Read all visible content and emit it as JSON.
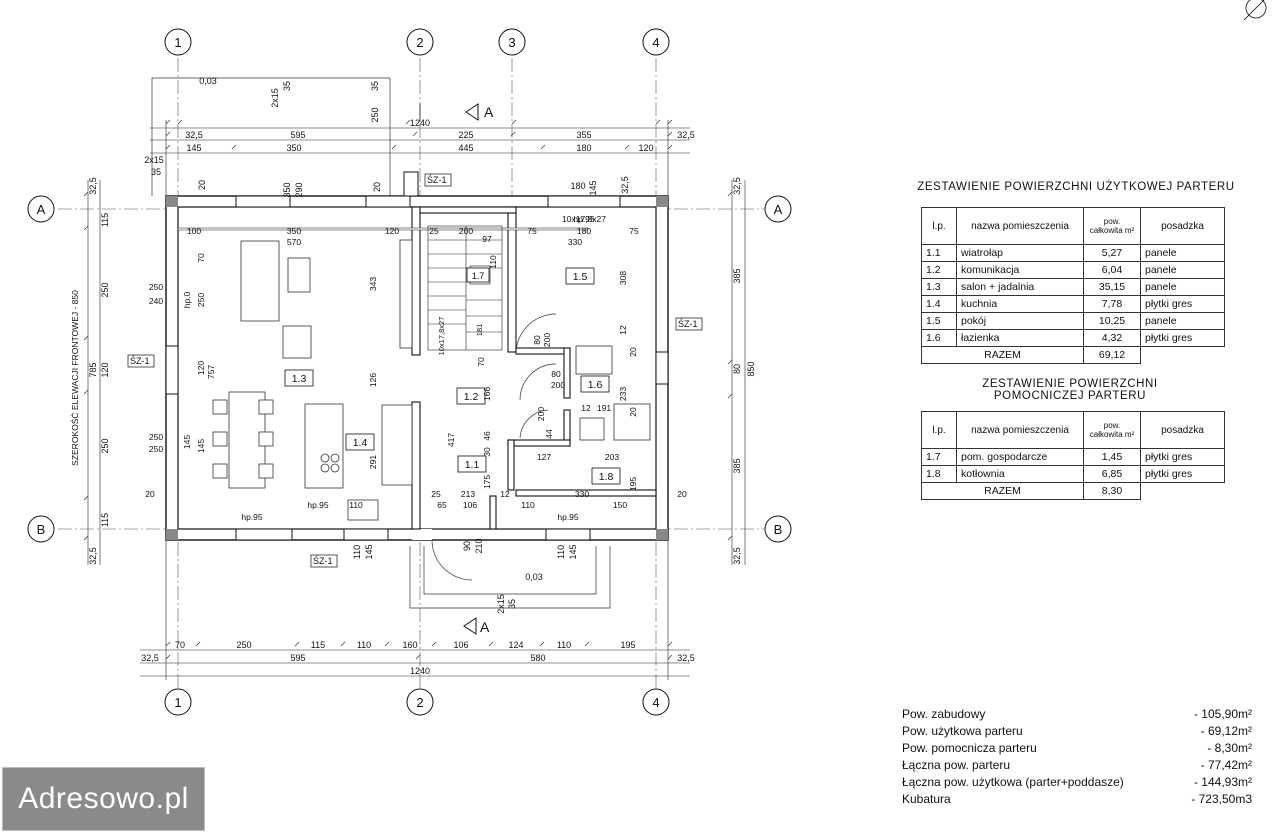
{
  "axes_top": [
    "1",
    "2",
    "3",
    "4"
  ],
  "axes_bottom": [
    "1",
    "2",
    "4"
  ],
  "axes_rows": [
    "A",
    "B"
  ],
  "section_mark": "A",
  "dims": {
    "overall": "1240",
    "top_row1": [
      "32,5",
      "595",
      "225",
      "355",
      "32,5"
    ],
    "top_row2": [
      "145",
      "350",
      "445",
      "180",
      "120"
    ],
    "bottom_row1": [
      "70",
      "250",
      "115",
      "110",
      "160",
      "106",
      "124",
      "110",
      "195"
    ],
    "bottom_row2": [
      "32,5",
      "595",
      "580",
      "32,5"
    ],
    "left_outer": "785",
    "left_vertical": [
      "32,5",
      "115",
      "250",
      "120",
      "250",
      "115",
      "32,5"
    ],
    "right_vertical": [
      "385",
      "80",
      "385"
    ],
    "right_total": "850",
    "left_label": "SZEROKOŚĆ ELEWACJI FRONTOWEJ - 850",
    "misc_top": [
      "0,03",
      "2x15",
      "35",
      "250",
      "20",
      "350",
      "290",
      "20",
      "180",
      "145",
      "32,5"
    ],
    "misc_bottom": [
      "0,03",
      "2x15",
      "35",
      "90",
      "210",
      "110",
      "145"
    ],
    "interior": [
      "100",
      "350",
      "570",
      "120",
      "25",
      "200",
      "97",
      "75",
      "330",
      "180",
      "75",
      "hp.95",
      "hp.0",
      "250",
      "240",
      "343",
      "70",
      "757",
      "120",
      "126",
      "291",
      "417",
      "308",
      "12",
      "80",
      "200",
      "166",
      "70",
      "20",
      "80",
      "200",
      "233",
      "12",
      "191",
      "20",
      "44",
      "200",
      "46",
      "30",
      "175",
      "127",
      "203",
      "195",
      "65",
      "213",
      "106",
      "12",
      "110",
      "330",
      "150",
      "25",
      "20",
      "hp.95",
      "hp.95",
      "10x17,8x27",
      "10x17,8x27",
      "181",
      "110",
      "110",
      "hp.95",
      "145",
      "250",
      "145"
    ],
    "window_marks": [
      "ŚZ-1",
      "ŚZ-1",
      "ŚZ-1",
      "ŚZ-1"
    ]
  },
  "rooms": [
    "1.1",
    "1.2",
    "1.3",
    "1.4",
    "1.5",
    "1.6",
    "1.7",
    "1.8"
  ],
  "table1": {
    "title": "ZESTAWIENIE  POWIERZCHNI  UŻYTKOWEJ PARTERU",
    "headers": [
      "l.p.",
      "nazwa pomieszczenia",
      "pow. całkowita m²",
      "posadzka"
    ],
    "rows": [
      [
        "1.1",
        "wiatrołap",
        "5,27",
        "panele"
      ],
      [
        "1.2",
        "komunikacja",
        "6,04",
        "panele"
      ],
      [
        "1.3",
        "salon + jadalnia",
        "35,15",
        "panele"
      ],
      [
        "1.4",
        "kuchnia",
        "7,78",
        "płytki gres"
      ],
      [
        "1.5",
        "pokój",
        "10,25",
        "panele"
      ],
      [
        "1.6",
        "łazienka",
        "4,32",
        "płytki gres"
      ]
    ],
    "total_label": "RAZEM",
    "total_value": "69,12"
  },
  "table2": {
    "title_line1": "ZESTAWIENIE  POWIERZCHNI",
    "title_line2": "POMOCNICZEJ PARTERU",
    "headers": [
      "l.p.",
      "nazwa pomieszczenia",
      "pow. całkowita m²",
      "posadzka"
    ],
    "rows": [
      [
        "1.7",
        "pom. gospodarcze",
        "1,45",
        "płytki gres"
      ],
      [
        "1.8",
        "kotłownia",
        "6,85",
        "płytki gres"
      ]
    ],
    "total_label": "RAZEM",
    "total_value": "8,30"
  },
  "summary": [
    {
      "label": "Pow. zabudowy",
      "value": "- 105,90m²"
    },
    {
      "label": "Pow. użytkowa parteru",
      "value": "- 69,12m²"
    },
    {
      "label": "Pow. pomocnicza parteru",
      "value": "- 8,30m²"
    },
    {
      "label": "Łączna pow. parteru",
      "value": "- 77,42m²"
    },
    {
      "label": "Łączna pow. użytkowa (parter+poddasze)",
      "value": "- 144,93m²"
    },
    {
      "label": "Kubatura",
      "value": "- 723,50m3"
    }
  ],
  "watermark": "Adresowo.pl",
  "colors": {
    "line": "#111111",
    "wall_fill": "#ffffff",
    "hatch": "#888888",
    "logo_bg": "#8a8a8a"
  }
}
